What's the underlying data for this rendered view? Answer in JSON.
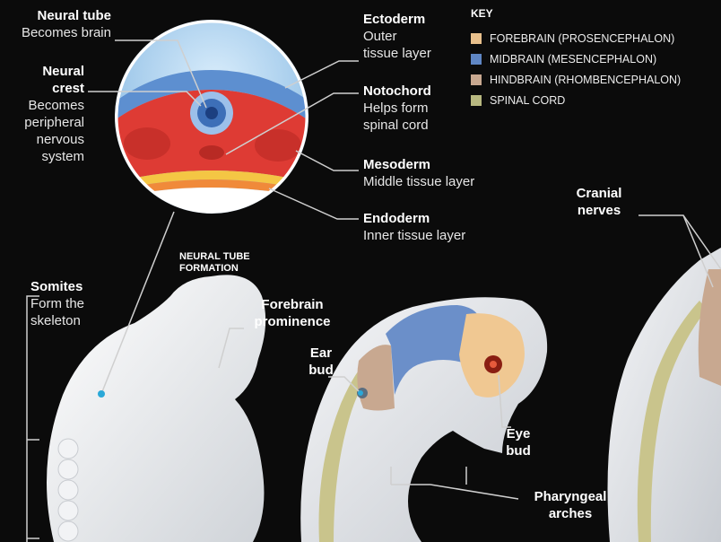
{
  "labels": {
    "neural_tube": {
      "title": "Neural tube",
      "desc": "Becomes brain"
    },
    "neural_crest": {
      "title_1": "Neural",
      "title_2": "crest",
      "desc_1": "Becomes",
      "desc_2": "peripheral",
      "desc_3": "nervous",
      "desc_4": "system"
    },
    "ectoderm": {
      "title": "Ectoderm",
      "desc_1": "Outer",
      "desc_2": "tissue layer"
    },
    "notochord": {
      "title": "Notochord",
      "desc_1": "Helps form",
      "desc_2": "spinal cord"
    },
    "mesoderm": {
      "title": "Mesoderm",
      "desc": "Middle tissue layer"
    },
    "endoderm": {
      "title": "Endoderm",
      "desc": "Inner tissue layer"
    },
    "somites": {
      "title": "Somites",
      "desc_1": "Form the",
      "desc_2": "skeleton"
    },
    "forebrain_prominence": {
      "title_1": "Forebrain",
      "title_2": "prominence"
    },
    "ear_bud": {
      "title_1": "Ear",
      "title_2": "bud"
    },
    "eye_bud": {
      "title_1": "Eye",
      "title_2": "bud"
    },
    "pharyngeal_arches": {
      "title_1": "Pharyngeal",
      "title_2": "arches"
    },
    "cranial_nerves": {
      "title_1": "Cranial",
      "title_2": "nerves"
    }
  },
  "caption": {
    "line_1": "NEURAL TUBE",
    "line_2": "FORMATION"
  },
  "key": {
    "title": "KEY",
    "items": [
      {
        "label": "FOREBRAIN (PROSENCEPHALON)",
        "color": "#e8c08c"
      },
      {
        "label": "MIDBRAIN (MESENCEPHALON)",
        "color": "#5f86c4"
      },
      {
        "label": "HINDBRAIN (RHOMBENCEPHALON)",
        "color": "#c8a890"
      },
      {
        "label": "SPINAL CORD",
        "color": "#b8b880"
      }
    ]
  }
}
